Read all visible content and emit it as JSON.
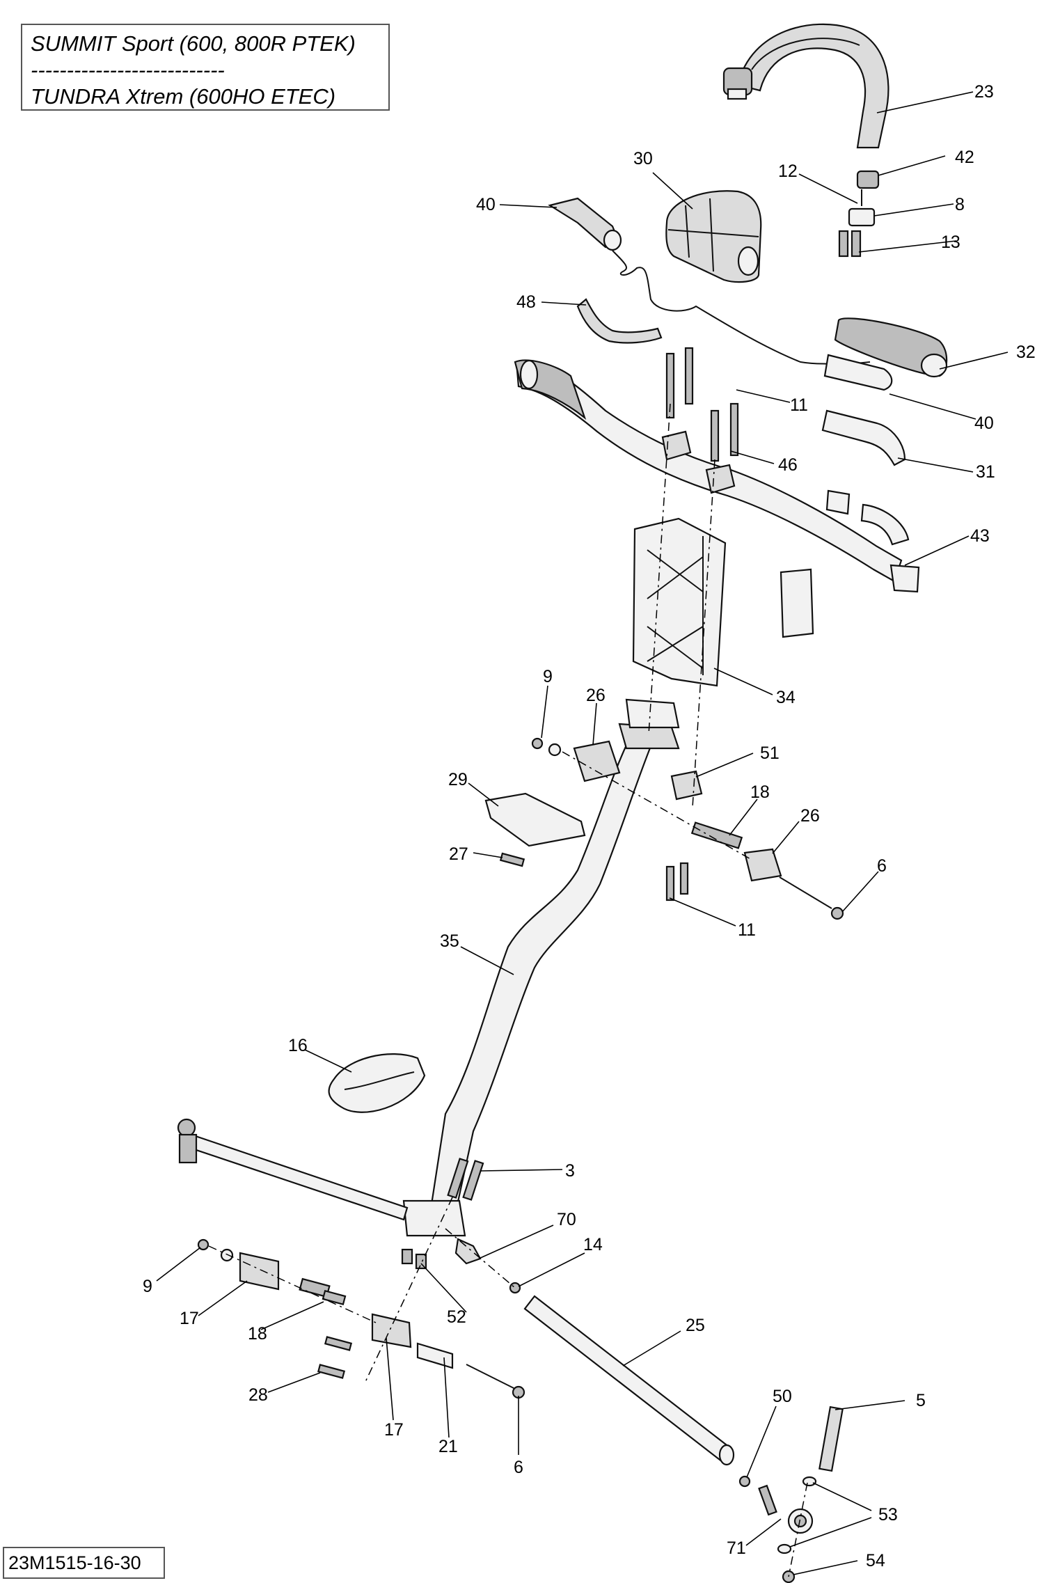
{
  "header": {
    "line1": "SUMMIT Sport (600, 800R PTEK)",
    "line2": "---------------------------",
    "line3": "TUNDRA Xtrem (600HO ETEC)"
  },
  "footer": {
    "code": "23M1515-16-30"
  },
  "callouts": [
    "23",
    "30",
    "42",
    "12",
    "8",
    "40",
    "13",
    "48",
    "32",
    "11",
    "40",
    "46",
    "31",
    "43",
    "34",
    "9",
    "26",
    "51",
    "29",
    "18",
    "26",
    "27",
    "6",
    "11",
    "35",
    "16",
    "3",
    "70",
    "14",
    "9",
    "17",
    "52",
    "18",
    "25",
    "28",
    "17",
    "21",
    "6",
    "50",
    "5",
    "53",
    "71",
    "53",
    "54"
  ]
}
